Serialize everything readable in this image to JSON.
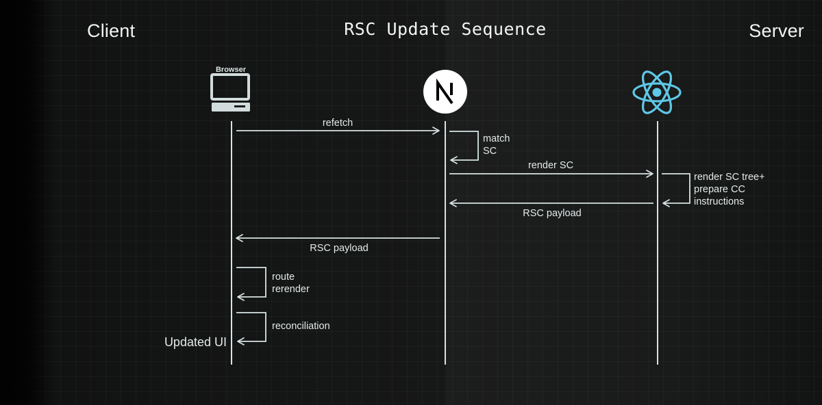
{
  "title": "RSC Update Sequence",
  "headers": {
    "client": "Client",
    "server": "Server"
  },
  "participants": [
    {
      "id": "browser",
      "label": "Browser",
      "icon": "browser-icon"
    },
    {
      "id": "nextjs",
      "label": "",
      "icon": "nextjs-logo-icon"
    },
    {
      "id": "react",
      "label": "",
      "icon": "react-logo-icon"
    }
  ],
  "messages": {
    "refetch": "refetch",
    "match_sc": [
      "match",
      "SC"
    ],
    "render_sc": "render SC",
    "render_tree": [
      "render SC tree+",
      "prepare CC",
      "instructions"
    ],
    "rsc_payload_server": "RSC payload",
    "rsc_payload_client": "RSC payload",
    "route_rerender": [
      "route",
      "rerender"
    ],
    "reconciliation": "reconciliation"
  },
  "final_state": "Updated UI",
  "colors": {
    "line": "#d8e4e4",
    "react_logo": "#5ec8e6",
    "text": "#e4eaea"
  }
}
